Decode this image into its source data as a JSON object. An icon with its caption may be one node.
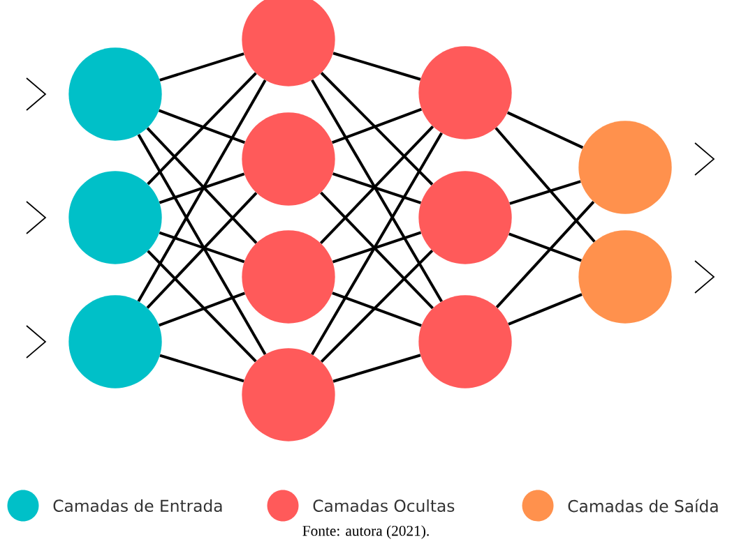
{
  "diagram": {
    "caption": "Fonte: autora (2021).",
    "nodes": [
      {
        "text": [],
        "shape": "circle"
      },
      {
        "text": [],
        "shape": "circle"
      },
      {
        "text": [],
        "shape": "circle"
      },
      {
        "text": [],
        "shape": "circle"
      },
      {
        "text": [],
        "shape": "circle"
      },
      {
        "text": [],
        "shape": "circle"
      },
      {
        "text": [],
        "shape": "circle"
      },
      {
        "text": [],
        "shape": "circle"
      },
      {
        "text": [],
        "shape": "circle"
      },
      {
        "text": [],
        "shape": "circle"
      },
      {
        "text": [],
        "shape": "circle"
      },
      {
        "text": [],
        "shape": "circle"
      }
    ],
    "edges": [
      {
        "from": 0,
        "to": 3,
        "arrow": "none"
      },
      {
        "from": 0,
        "to": 4,
        "arrow": "none"
      },
      {
        "from": 0,
        "to": 5,
        "arrow": "none"
      },
      {
        "from": 0,
        "to": 6,
        "arrow": "none"
      },
      {
        "from": 1,
        "to": 3,
        "arrow": "none"
      },
      {
        "from": 1,
        "to": 4,
        "arrow": "none"
      },
      {
        "from": 1,
        "to": 5,
        "arrow": "none"
      },
      {
        "from": 1,
        "to": 6,
        "arrow": "none"
      },
      {
        "from": 2,
        "to": 3,
        "arrow": "none"
      },
      {
        "from": 2,
        "to": 4,
        "arrow": "none"
      },
      {
        "from": 2,
        "to": 5,
        "arrow": "none"
      },
      {
        "from": 2,
        "to": 6,
        "arrow": "none"
      },
      {
        "from": 3,
        "to": 7,
        "arrow": "none"
      },
      {
        "from": 3,
        "to": 8,
        "arrow": "none"
      },
      {
        "from": 3,
        "to": 9,
        "arrow": "none"
      },
      {
        "from": 4,
        "to": 7,
        "arrow": "none"
      },
      {
        "from": 4,
        "to": 8,
        "arrow": "none"
      },
      {
        "from": 4,
        "to": 9,
        "arrow": "none"
      },
      {
        "from": 5,
        "to": 7,
        "arrow": "none"
      },
      {
        "from": 5,
        "to": 8,
        "arrow": "none"
      },
      {
        "from": 5,
        "to": 9,
        "arrow": "none"
      },
      {
        "from": 6,
        "to": 7,
        "arrow": "none"
      },
      {
        "from": 6,
        "to": 8,
        "arrow": "none"
      },
      {
        "from": 6,
        "to": 9,
        "arrow": "none"
      },
      {
        "from": 7,
        "to": 10,
        "arrow": "none"
      },
      {
        "from": 7,
        "to": 11,
        "arrow": "none"
      },
      {
        "from": 8,
        "to": 10,
        "arrow": "none"
      },
      {
        "from": 8,
        "to": 11,
        "arrow": "none"
      },
      {
        "from": 9,
        "to": 10,
        "arrow": "none"
      },
      {
        "from": 9,
        "to": 11,
        "arrow": "none"
      }
    ],
    "legend": [
      {
        "text": "Camadas de Entrada",
        "color": "#00c0c8"
      },
      {
        "text": "Camadas Ocultas",
        "color": "#ff5a5a"
      },
      {
        "text": "Camadas de Saída",
        "color": "#ff914d"
      }
    ]
  }
}
